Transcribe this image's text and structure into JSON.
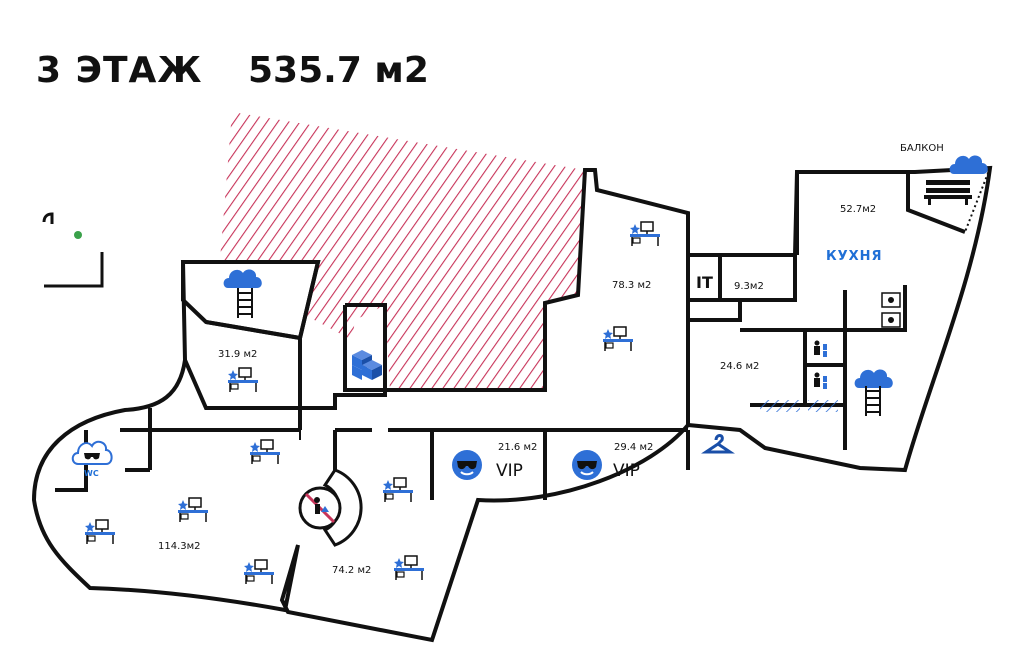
{
  "header": {
    "floor": "3 ЭТАЖ",
    "total_area": "535.7 м2"
  },
  "rooms": {
    "r1": "31.9 м2",
    "r2": "114.3м2",
    "r3": "74.2 м2",
    "r4": "21.6 м2",
    "r5": "29.4 м2",
    "r6": "78.3 м2",
    "r7": "9.3м2",
    "r8": "24.6 м2",
    "r9": "52.7м2"
  },
  "labels": {
    "it": "IT",
    "vip1": "VIP",
    "vip2": "VIP",
    "kitchen": "КУХНЯ",
    "balcony": "БАЛКОН",
    "wc": "WC"
  },
  "colors": {
    "hatch": "#c8345a",
    "icon_blue": "#2e6fd6",
    "walls": "#111111"
  },
  "icons": [
    "workstation-icon",
    "cloud-icon",
    "ladder-icon",
    "boxes-icon",
    "no-smoking-icon",
    "hanger-icon",
    "sunglasses-icon",
    "bench-icon",
    "toilet-icon",
    "elevator-icon",
    "plant-icon"
  ]
}
